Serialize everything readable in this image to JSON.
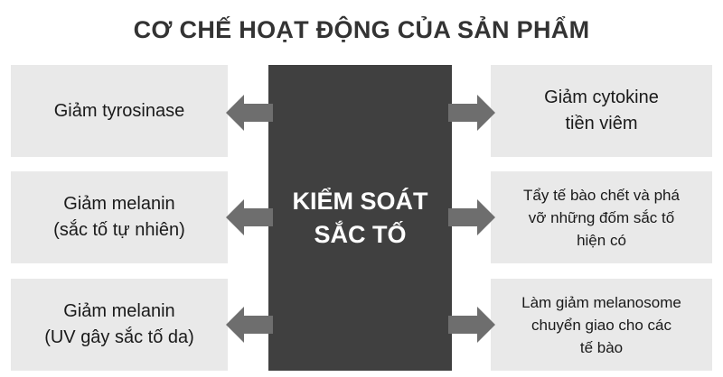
{
  "title": "CƠ CHẾ HOẠT ĐỘNG CỦA SẢN PHẨM",
  "center": {
    "line1": "KIỂM SOÁT",
    "line2": "SẮC TỐ",
    "color": "#404040"
  },
  "left_boxes": [
    {
      "lines": [
        "Giảm tyrosinase"
      ]
    },
    {
      "lines": [
        "Giảm melanin",
        "(sắc tố tự nhiên)"
      ]
    },
    {
      "lines": [
        "Giảm melanin",
        "(UV gây sắc tố da)"
      ]
    }
  ],
  "right_boxes": [
    {
      "lines": [
        "Giảm cytokine",
        "tiền viêm"
      ]
    },
    {
      "lines": [
        "Tẩy tế bào chết và phá",
        "vỡ những đốm sắc tố",
        "hiện có"
      ]
    },
    {
      "lines": [
        "Làm giảm melanosome",
        "chuyển giao cho các",
        "tế bào"
      ]
    }
  ],
  "colors": {
    "box_fill": "#e9e9e9",
    "arrow": "#6e6e6e",
    "title": "#333333"
  }
}
